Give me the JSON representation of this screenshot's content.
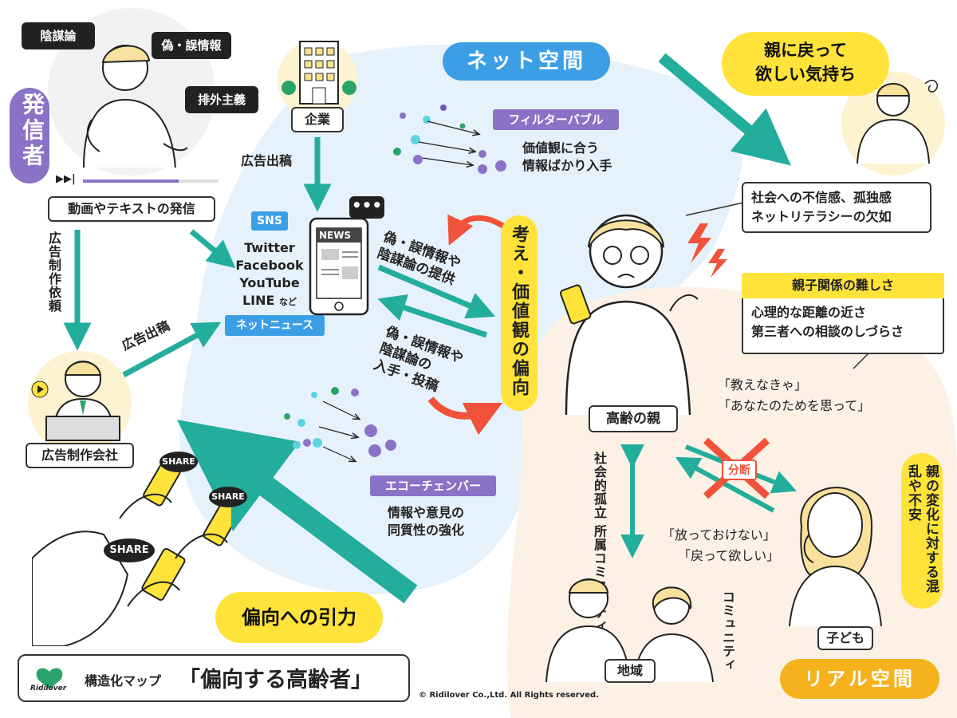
{
  "regions": {
    "net_space": "ネット空間",
    "real_space": "リアル空間"
  },
  "sender": {
    "label": "発信者",
    "speech": [
      "陰謀論",
      "偽・誤情報",
      "排外主義"
    ],
    "caption": "動画やテキストの発信",
    "ad_request": "広告制作依頼"
  },
  "company": {
    "label": "企業",
    "ad_placement": "広告出稿"
  },
  "ad_agency": {
    "label": "広告制作会社",
    "ad_placement": "広告出稿"
  },
  "sns": {
    "tag": "SNS",
    "platforms": [
      "Twitter",
      "Facebook",
      "YouTube",
      "LINE"
    ],
    "nado": "など",
    "news_tag": "ネットニュース",
    "phone_header": "NEWS"
  },
  "filter_bubble": {
    "tag": "フィルターバブル",
    "desc_line1": "価値観に合う",
    "desc_line2": "情報ばかり入手"
  },
  "echo_chamber": {
    "tag": "エコーチェンバー",
    "desc_line1": "情報や意見の",
    "desc_line2": "同質性の強化"
  },
  "flows": {
    "provide_line1": "偽・誤情報や",
    "provide_line2": "陰謀論の提供",
    "obtain_line1": "偽・誤情報や",
    "obtain_line2": "陰謀論の",
    "obtain_line3": "入手・投稿"
  },
  "bias_pill": "考え・価値観の偏向",
  "elderly": {
    "label": "高齢の親",
    "callout_line1": "社会への不信感、孤独感",
    "callout_line2": "ネットリテラシーの欠如",
    "isolation": "社会的孤立",
    "community_decline": "所属コミュニティの減少",
    "quote1": "「教えなきゃ」",
    "quote2": "「あなたのためを思って」"
  },
  "parent_child": {
    "title": "親子関係の難しさ",
    "line1": "心理的な距離の近さ",
    "line2": "第三者への相談のしづらさ",
    "division": "分断",
    "quote1": "「放っておけない」",
    "quote2": "「戻って欲しい」"
  },
  "child": {
    "label": "子ども",
    "feeling": "親の変化に対する混乱や不安",
    "wish_line1": "親に戻って",
    "wish_line2": "欲しい気持ち"
  },
  "community": {
    "label": "地域",
    "vertical": "コミュニティ"
  },
  "share_badge": "SHARE",
  "gravity_pill": "偏向への引力",
  "footer": {
    "logo": "Ridilover",
    "map_label": "構造化マップ",
    "map_title": "「偏向する高齢者」",
    "copyright": "© Ridilover Co.,Ltd. All Rights reserved."
  },
  "colors": {
    "teal": "#23ad9c",
    "blue": "#3c9fe6",
    "yellow": "#ffe33a",
    "purple": "#8a72c6",
    "orange": "#f5b21d",
    "red": "#f0523a"
  }
}
